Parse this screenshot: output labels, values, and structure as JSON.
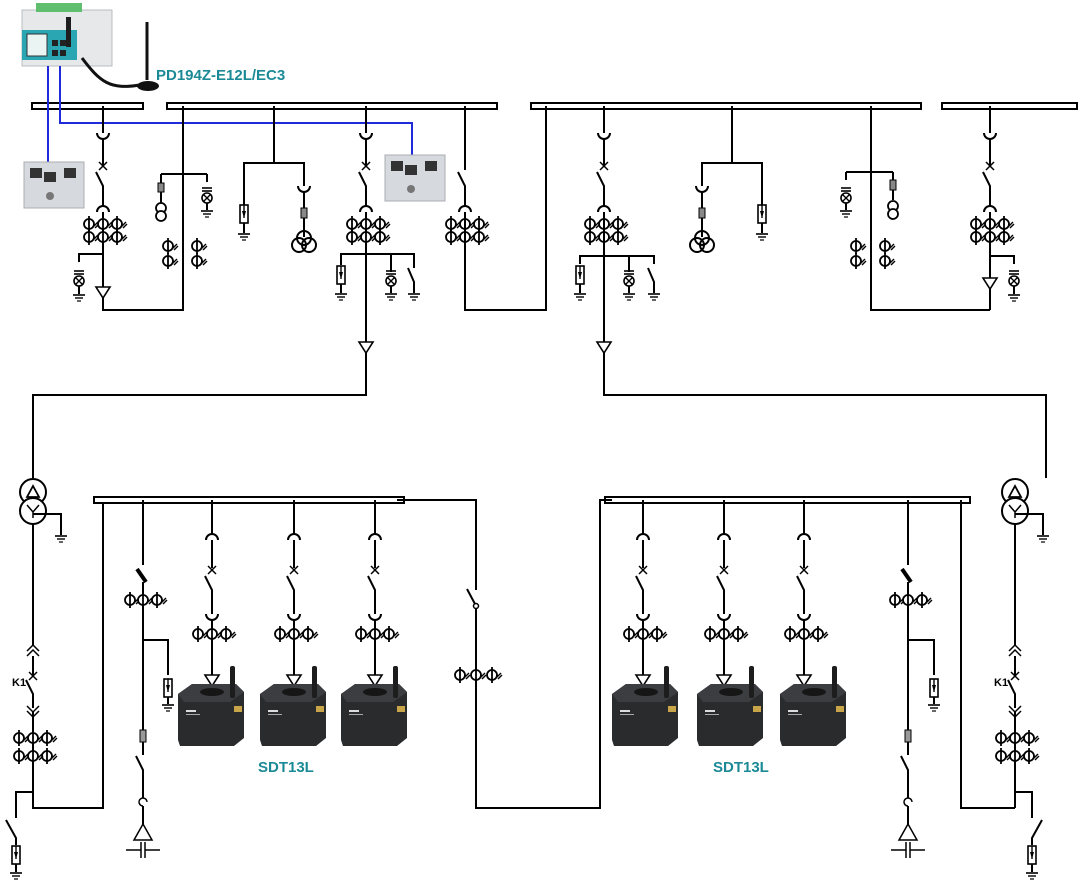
{
  "devices": {
    "meter": {
      "model": "PD194Z-E12L/EC3",
      "icon": "multifunction-meter-with-antenna"
    },
    "ct_module": {
      "icon": "current-transformer-module"
    },
    "wireless_sensor": {
      "model": "SDT13L",
      "icon": "wireless-temperature-sensor"
    }
  },
  "labels": {
    "meter_model": "PD194Z-E12L/EC3",
    "sensor_group_left": "SDT13L",
    "sensor_group_right": "SDT13L",
    "breaker_left": "K1",
    "breaker_right": "K1"
  },
  "colors": {
    "wire": "#000000",
    "comm_line": "#1f2bd8",
    "label_teal": "#1b8a96"
  },
  "symbols": [
    "busbar",
    "withdrawable-contact",
    "circuit-breaker",
    "current-transformer",
    "surge-arrester",
    "voltage-transformer",
    "fuse",
    "capacitor-indicator",
    "earth",
    "cable-termination",
    "power-transformer-delta-wye",
    "load-switch",
    "capacitor-bank"
  ]
}
